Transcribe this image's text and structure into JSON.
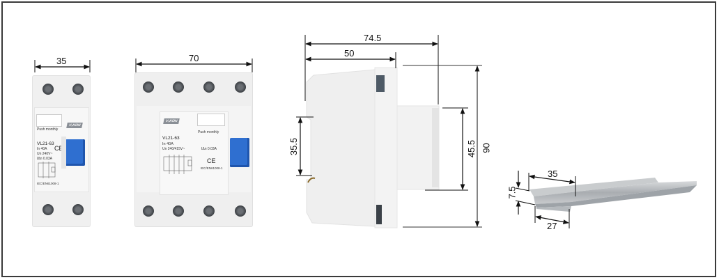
{
  "figure": {
    "title": "RCCB dimensional drawing",
    "colors": {
      "border": "#3a3a3a",
      "device_body": "#f1f1f1",
      "toggle_blue": "#2f6fd0",
      "dimension_line": "#111111",
      "rail_metal": "#b8bcc0"
    }
  },
  "views": {
    "two_pole_front": {
      "width_dim": "35",
      "brand": "V₂KON",
      "push_label": "Push monthly",
      "model": "VL21-63",
      "rating": "In 40A",
      "voltage": "Un 240V~",
      "sensitivity": "IΔn 0.03A",
      "standard": "IEC/EN61008-1",
      "mark": "CE"
    },
    "four_pole_front": {
      "width_dim": "70",
      "brand": "V₂KON",
      "push_label": "Push monthly",
      "model": "VL21-63",
      "rating": "In 40A",
      "voltage": "Un 240/415V~",
      "sensitivity": "IΔn 0.03A",
      "standard": "IEC/EN61008-1",
      "mark": "CE"
    },
    "side_view": {
      "total_depth_dim": "74.5",
      "body_depth_dim": "50",
      "rail_clip_dim": "35.5",
      "front_height_dim": "45.5",
      "total_height_dim": "90"
    },
    "din_rail": {
      "width_dim": "35",
      "height_dim": "7.5",
      "base_dim": "27"
    }
  }
}
